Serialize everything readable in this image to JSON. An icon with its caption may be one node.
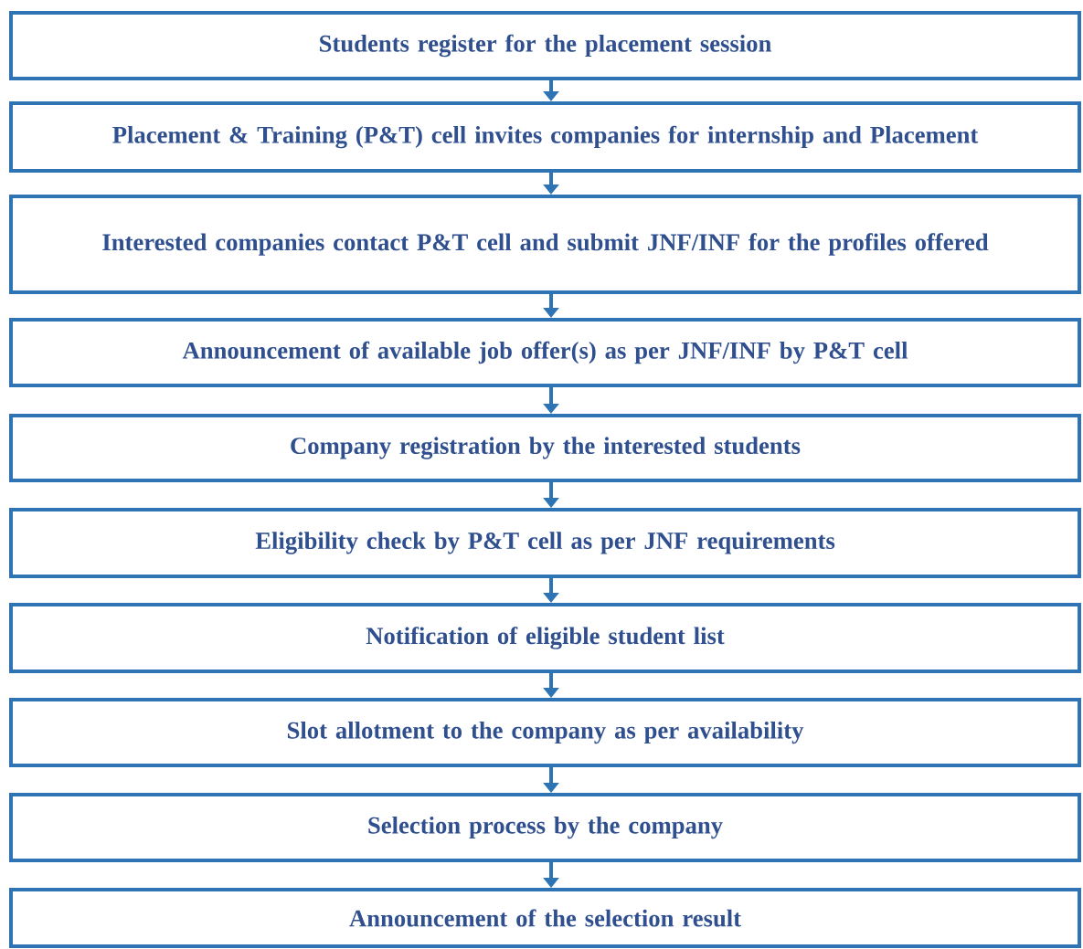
{
  "diagram": {
    "nodes": [
      {
        "text": [
          "Students register for the placement session"
        ]
      },
      {
        "text": [
          "Placement & Training (P&T) cell invites companies for internship and Placement"
        ]
      },
      {
        "text": [
          "Interested companies contact P&T cell and submit JNF/INF for the profiles offered"
        ]
      },
      {
        "text": [
          "Announcement of available job offer(s) as per JNF/INF by P&T cell"
        ]
      },
      {
        "text": [
          "Company registration by the interested students"
        ]
      },
      {
        "text": [
          "Eligibility check by P&T cell as per JNF requirements"
        ]
      },
      {
        "text": [
          "Notification of eligible student list"
        ]
      },
      {
        "text": [
          "Slot allotment to the company as per availability"
        ]
      },
      {
        "text": [
          "Selection process by the company"
        ]
      },
      {
        "text": [
          "Announcement of the selection result"
        ]
      }
    ],
    "edges": [
      {
        "from": 0,
        "to": 1,
        "arrow": "to"
      },
      {
        "from": 1,
        "to": 2,
        "arrow": "to"
      },
      {
        "from": 2,
        "to": 3,
        "arrow": "to"
      },
      {
        "from": 3,
        "to": 4,
        "arrow": "to"
      },
      {
        "from": 4,
        "to": 5,
        "arrow": "to"
      },
      {
        "from": 5,
        "to": 6,
        "arrow": "to"
      },
      {
        "from": 6,
        "to": 7,
        "arrow": "to"
      },
      {
        "from": 7,
        "to": 8,
        "arrow": "to"
      },
      {
        "from": 8,
        "to": 9,
        "arrow": "to"
      }
    ]
  }
}
